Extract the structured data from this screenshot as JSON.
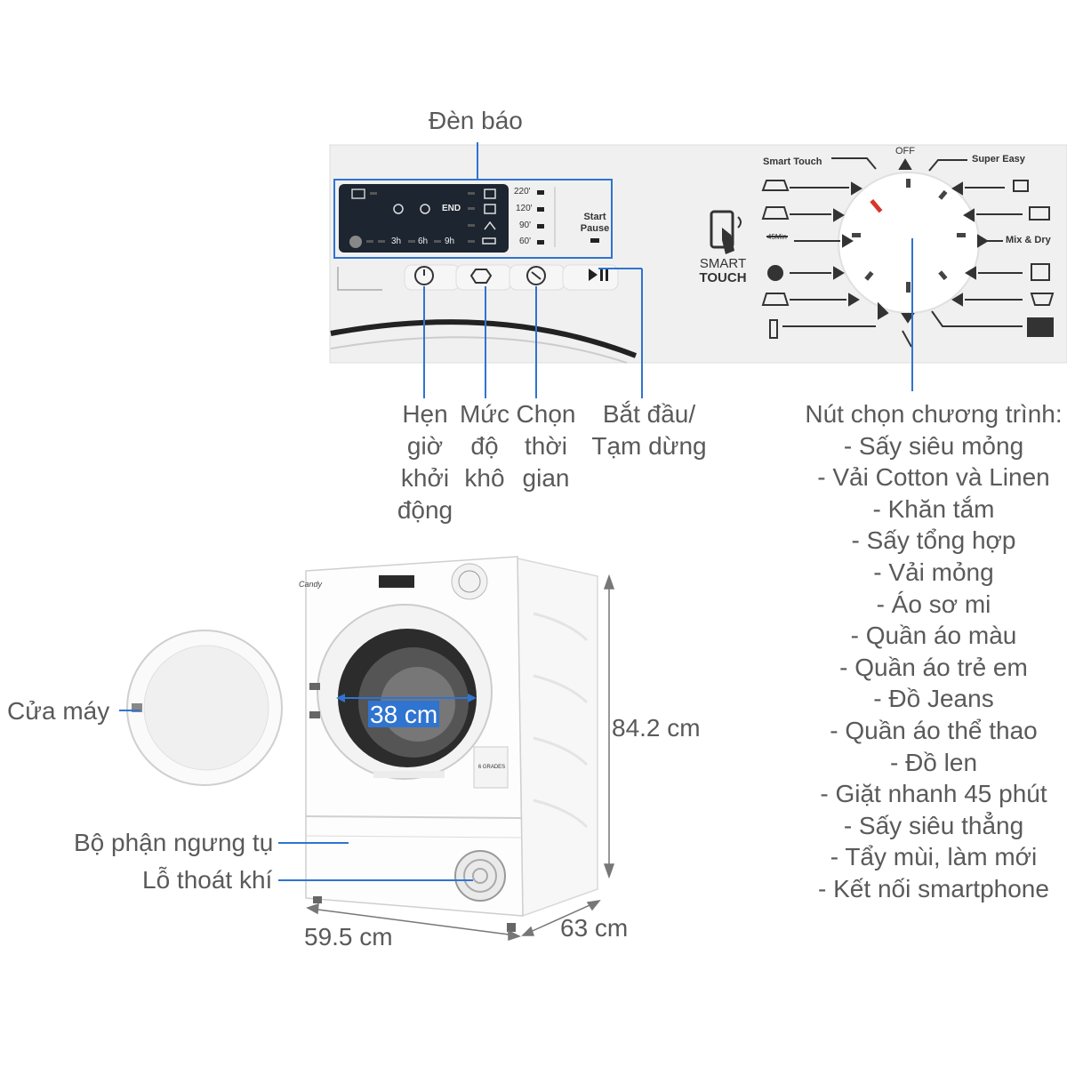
{
  "panel": {
    "indicator_label": "Đèn báo",
    "smart_touch_dial": "Smart Touch",
    "off": "OFF",
    "super_easy": "Super Easy",
    "mix_dry": "Mix & Dry",
    "start_pause": [
      "Start",
      "Pause"
    ],
    "smart_touch_logo": [
      "SMART",
      "TOUCH"
    ],
    "display": {
      "timers": [
        "3h",
        "6h",
        "9h"
      ],
      "end": "END",
      "times": [
        "220'",
        "120'",
        "90'",
        "60'"
      ],
      "quick": "45Min"
    }
  },
  "callouts": {
    "delay_start": [
      "Hẹn",
      "giờ",
      "khởi",
      "động"
    ],
    "dryness": [
      "Mức",
      "độ",
      "khô"
    ],
    "time_select": [
      "Chọn",
      "thời",
      "gian"
    ],
    "start_pause": [
      "Bắt đầu/",
      "Tạm dừng"
    ],
    "program_title": "Nút chọn chương trình:",
    "programs": [
      "- Sấy siêu mỏng",
      "- Vải Cotton và Linen",
      "- Khăn tắm",
      "- Sấy tổng hợp",
      "- Vải mỏng",
      "- Áo sơ mi",
      "- Quần áo màu",
      "- Quần áo trẻ em",
      "- Đồ Jeans",
      "- Quần áo thể thao",
      "- Đồ len",
      "- Giặt nhanh 45 phút",
      "- Sấy siêu thẳng",
      "- Tẩy mùi, làm mới",
      "- Kết nối smartphone"
    ]
  },
  "machine": {
    "door": "Cửa máy",
    "drum": "38 cm",
    "height": "84.2 cm",
    "condenser": "Bộ phận ngưng tụ",
    "vent": "Lỗ thoát khí",
    "width": "59.5 cm",
    "depth": "63 cm",
    "brand": "Candy",
    "grade": "6 GRADES"
  },
  "colors": {
    "callout_line": "#2f74d0",
    "drum_label_bg": "#2f74d0",
    "display_bg": "#1c2530"
  }
}
